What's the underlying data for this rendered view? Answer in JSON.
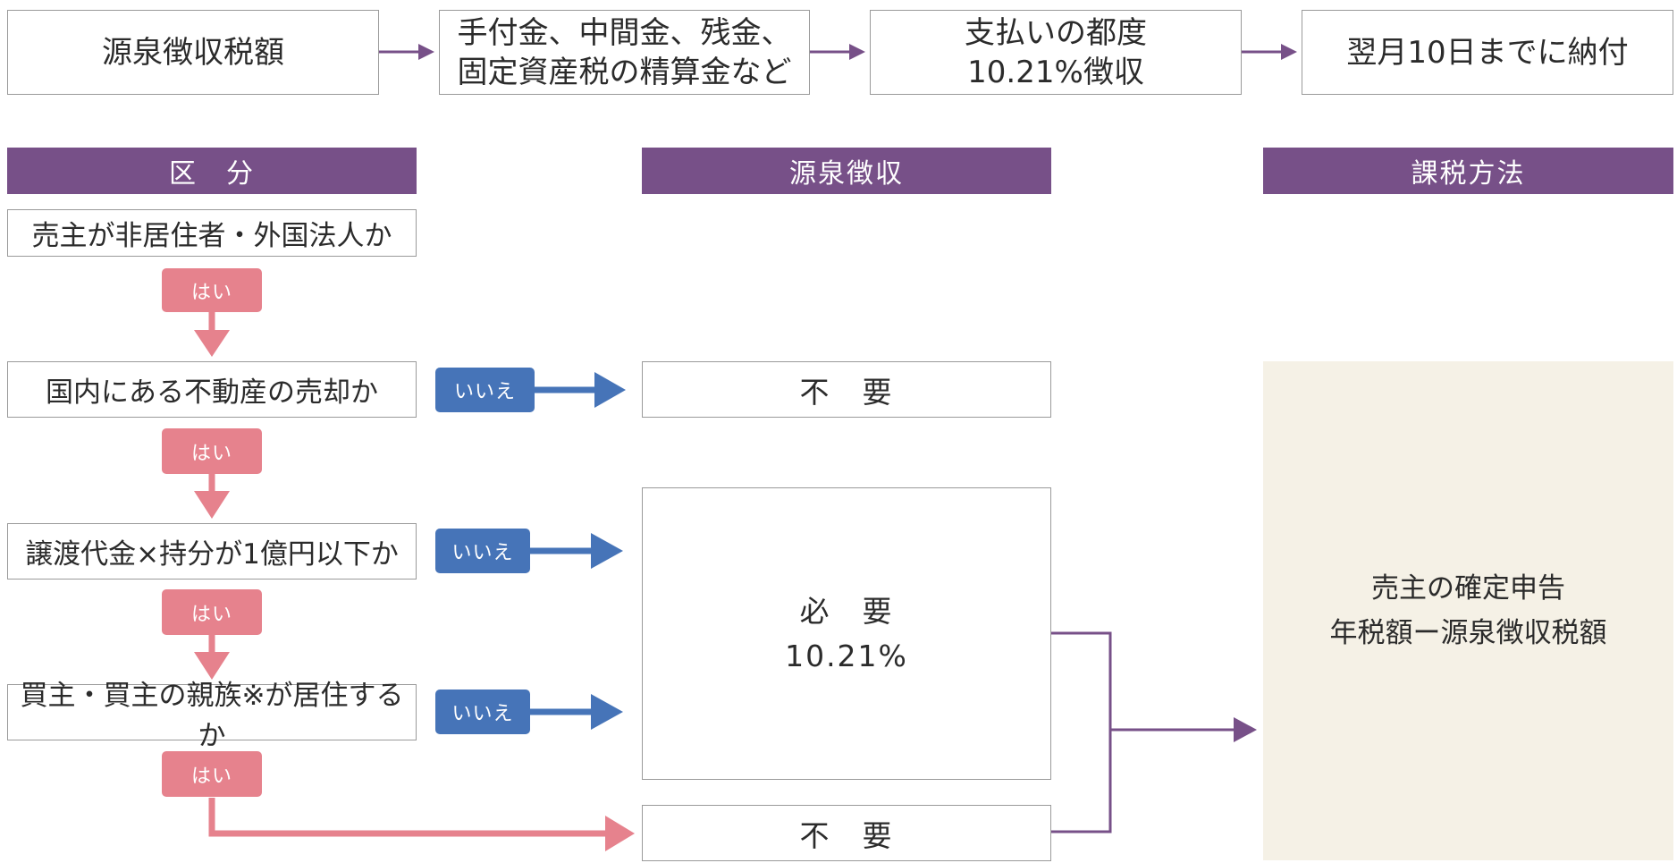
{
  "flow_top": {
    "step1": "源泉徴収税額",
    "step2_line1": "手付金、中間金、残金、",
    "step2_line2": "固定資産税の精算金など",
    "step3_line1": "支払いの都度",
    "step3_line2": "10.21%徴収",
    "step4": "翌月10日までに納付"
  },
  "headers": {
    "category": "区　分",
    "withholding": "源泉徴収",
    "taxation": "課税方法"
  },
  "questions": [
    "売主が非居住者・外国法人か",
    "国内にある不動産の売却か",
    "譲渡代金×持分が1億円以下か",
    "買主・買主の親族※が居住するか"
  ],
  "badges": {
    "yes": "はい",
    "no": "いいえ"
  },
  "results": {
    "not_required": "不　要",
    "required": "必　要",
    "required_rate": "10.21%"
  },
  "taxation": {
    "line1": "売主の確定申告",
    "line2": "年税額ー源泉徴収税額"
  },
  "colors": {
    "purple": "#775088",
    "pink": "#e6828d",
    "blue": "#4674b8",
    "beige": "#f5f1e6"
  }
}
